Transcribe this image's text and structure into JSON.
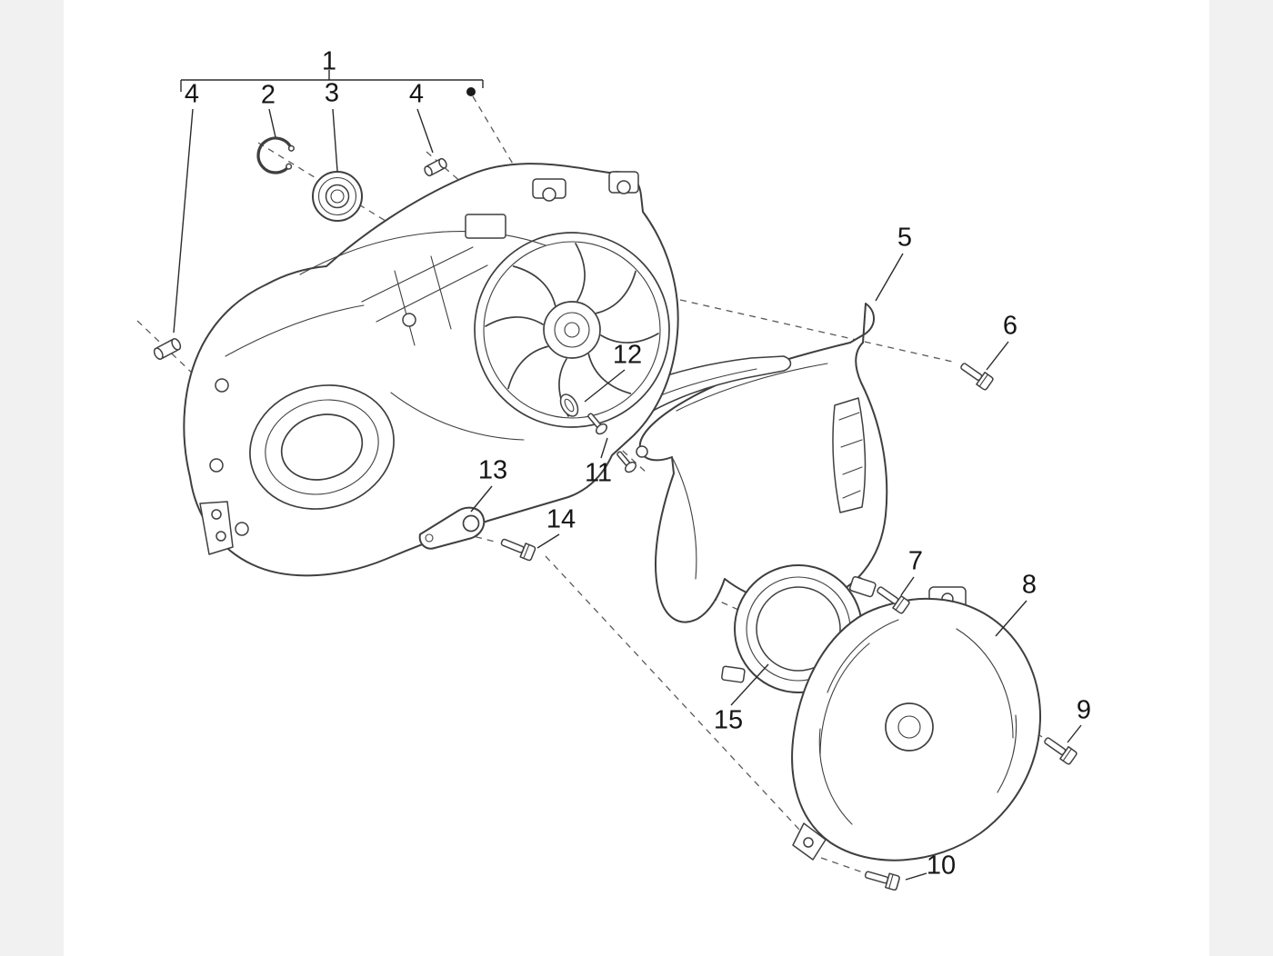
{
  "figure": {
    "type": "exploded-parts-diagram",
    "background": "#ffffff",
    "line_color": "#3f3f3f",
    "label_color": "#161616",
    "gutter_color": "#f1f1f1"
  },
  "callouts": [
    {
      "id": "1",
      "label": "1"
    },
    {
      "id": "4-left",
      "label": "4"
    },
    {
      "id": "2",
      "label": "2"
    },
    {
      "id": "3",
      "label": "3"
    },
    {
      "id": "4-right",
      "label": "4"
    },
    {
      "id": "5",
      "label": "5"
    },
    {
      "id": "6",
      "label": "6"
    },
    {
      "id": "12",
      "label": "12"
    },
    {
      "id": "11",
      "label": "11"
    },
    {
      "id": "13",
      "label": "13"
    },
    {
      "id": "14",
      "label": "14"
    },
    {
      "id": "7",
      "label": "7"
    },
    {
      "id": "8",
      "label": "8"
    },
    {
      "id": "9",
      "label": "9"
    },
    {
      "id": "15",
      "label": "15"
    },
    {
      "id": "10",
      "label": "10"
    }
  ]
}
